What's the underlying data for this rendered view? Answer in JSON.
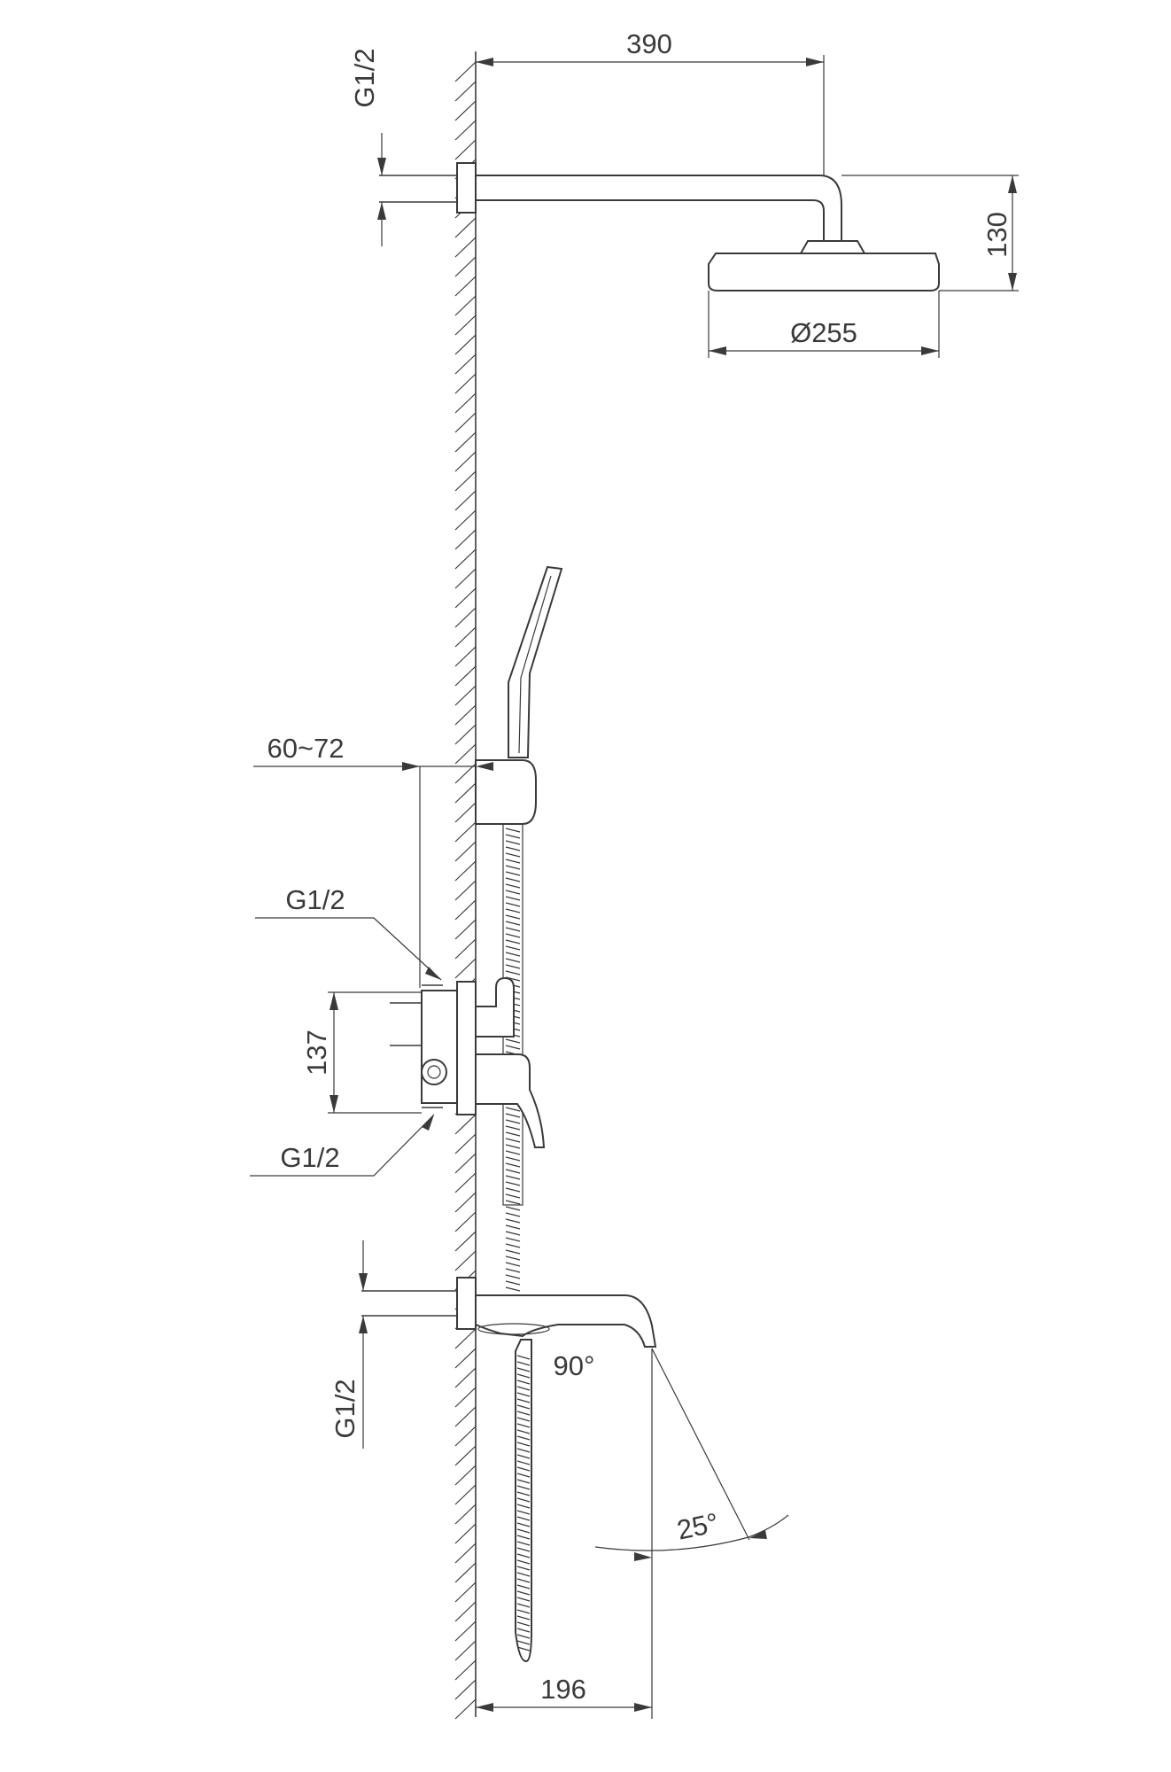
{
  "labels": {
    "shower_arm_length": "390",
    "head_height": "130",
    "head_diameter": "Ø255",
    "top_inlet_thread": "G1/2",
    "wall_offset": "60~72",
    "valve_upper_thread": "G1/2",
    "valve_centers": "137",
    "valve_lower_thread": "G1/2",
    "spout_inlet_thread": "G1/2",
    "spout_angle": "90°",
    "spout_tilt": "25°",
    "spout_projection": "196"
  },
  "colors": {
    "line": "#3a3a3a",
    "background": "#ffffff"
  }
}
